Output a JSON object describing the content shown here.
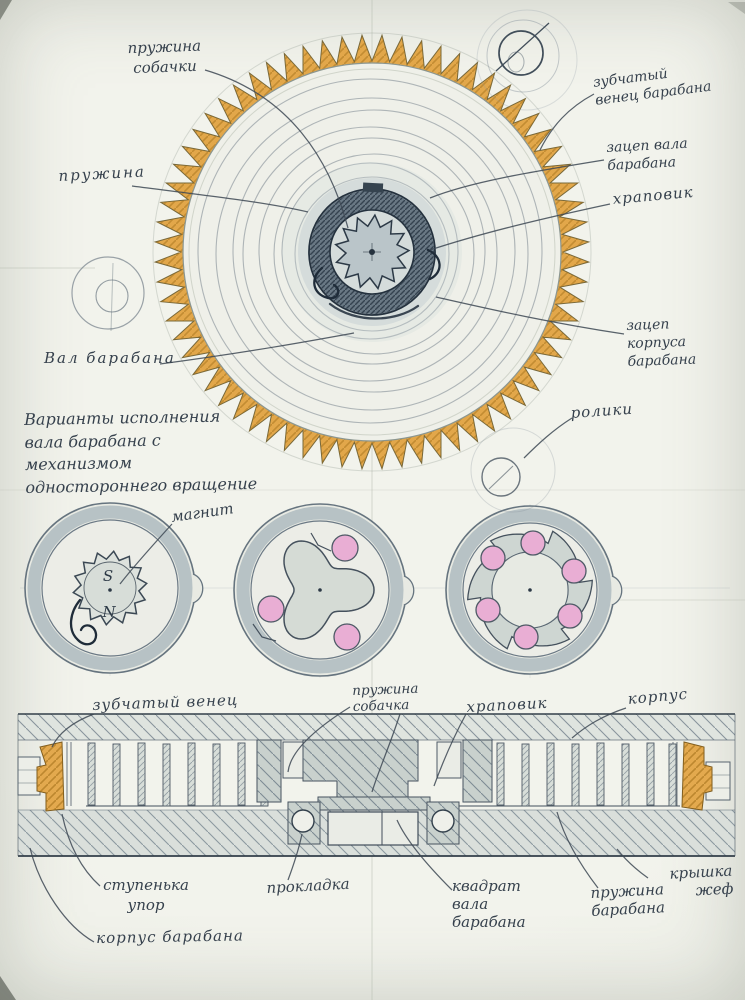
{
  "document": {
    "kind": "hand-drawn pencil sketch",
    "subject": "watch barrel drum with one-way rotation mechanism",
    "language": "ru"
  },
  "colors": {
    "paper": "#f0f1ea",
    "pencil_gray": "#5c6b78",
    "ink_dark": "#2e3b48",
    "gear_orange": "#e2a644",
    "roller_pink": "#e8aad3",
    "wash_blue_gray": "#b6c1c4"
  },
  "top_view": {
    "labels": {
      "pawl_spring": "пружина\nсобачки",
      "mainspring": "пружина",
      "gear_rim": "зубчатый\nвенец барабана",
      "shaft_catch": "зацеп вала\nбарабана",
      "ratchet": "храповик",
      "housing_catch": "зацеп\nкорпуса\nбарабана",
      "rollers": "ролики",
      "barrel_shaft": "Вал барабана",
      "magnet": "магнит"
    },
    "note": "Варианты исполнения\nвала барабана с\nмеханизмом\nодностороннего вращение",
    "magnet_poles": {
      "s": "S",
      "n": "N"
    }
  },
  "cross_section": {
    "labels": {
      "gear_rim": "зубчатый венец",
      "pawl_spring": "пружина\nсобачка",
      "ratchet": "храповик",
      "housing": "корпус",
      "step_stop": "ступенька\nупор",
      "barrel_housing": "корпус барабана",
      "gasket": "прокладка",
      "shaft_square": "квадрат\nвала\nбарабана",
      "barrel_spring": "пружина\nбарабана",
      "cover": "крышка\nжеф"
    }
  }
}
